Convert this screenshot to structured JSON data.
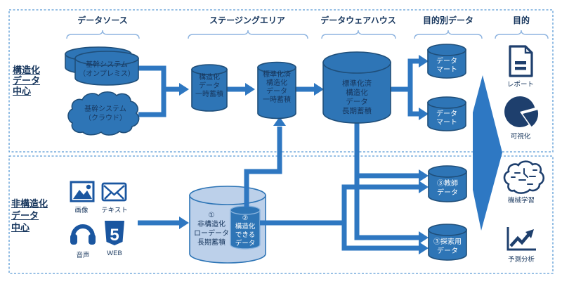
{
  "headers": {
    "data_source": "データソース",
    "staging_area": "ステージングエリア",
    "dwh": "データウェアハウス",
    "purpose_data": "目的別データ",
    "purpose": "目的"
  },
  "side_labels": {
    "structured": [
      "構造化",
      "データ",
      "中心"
    ],
    "unstructured": [
      "非構造化",
      "データ",
      "中心"
    ]
  },
  "nodes": {
    "onprem": [
      "基幹システム",
      "（オンプレミス）"
    ],
    "cloud": [
      "基幹システム",
      "（クラウド）"
    ],
    "staging_structured": [
      "構造化",
      "データ",
      "一時蓄積"
    ],
    "staging_standardized": [
      "標準化済",
      "構造化",
      "データ",
      "一時蓄積"
    ],
    "dwh": [
      "標準化済",
      "構造化",
      "データ",
      "長期蓄積"
    ],
    "datamart1": [
      "データ",
      "マート"
    ],
    "datamart2": [
      "データ",
      "マート"
    ],
    "raw_lake": [
      "①",
      "非構造化",
      "ローデータ",
      "長期蓄積"
    ],
    "structurable": [
      "②",
      "構造化",
      "できる",
      "データ"
    ],
    "teacher": [
      "③教師",
      "データ"
    ],
    "exploration": [
      "③探索用",
      "データ"
    ]
  },
  "source_icons": {
    "image": "画像",
    "text": "テキスト",
    "audio": "音声",
    "web": "WEB",
    "web_glyph": "5"
  },
  "purpose_icons": {
    "report": "レポート",
    "visualization": "可視化",
    "machine_learning": "機械学習",
    "predictive": "予測分析"
  },
  "colors": {
    "shape_blue": "#2e75b6",
    "shape_border": "#1f4e79",
    "connector_blue": "#2e77c1",
    "light_cylinder": "#bcd0ea",
    "dark_text": "#17365d",
    "dashed_border": "#5b9bd5",
    "brace": "#8eb4e0",
    "big_arrow": "#2e78c3",
    "white_text": "#ffffff",
    "icon_blue": "#1a56a0",
    "icon_navy": "#1e3f6d"
  }
}
